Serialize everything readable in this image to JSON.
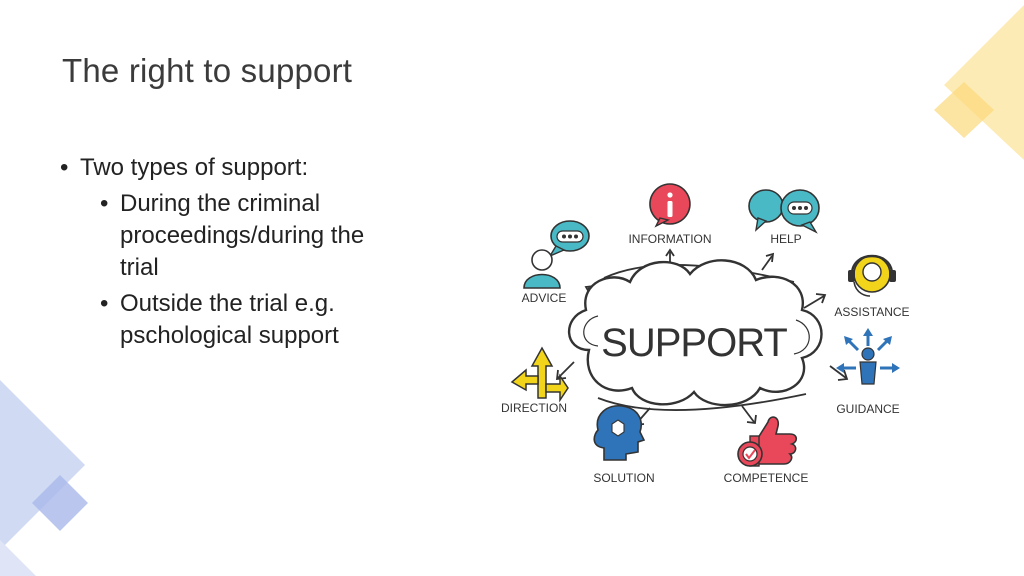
{
  "slide": {
    "title": "The right to support",
    "bullets": [
      {
        "text": "Two types of support:",
        "sub": [
          "During the criminal proceedings/during the trial",
          "Outside the trial e.g. pschological support"
        ]
      }
    ]
  },
  "diagram": {
    "center_label": "SUPPORT",
    "nodes": [
      {
        "label": "INFORMATION",
        "icon": "information-icon"
      },
      {
        "label": "HELP",
        "icon": "speech-bubbles-icon"
      },
      {
        "label": "ADVICE",
        "icon": "advisor-icon"
      },
      {
        "label": "ASSISTANCE",
        "icon": "headset-icon"
      },
      {
        "label": "DIRECTION",
        "icon": "signpost-arrows-icon"
      },
      {
        "label": "GUIDANCE",
        "icon": "person-arrows-icon"
      },
      {
        "label": "SOLUTION",
        "icon": "head-puzzle-icon"
      },
      {
        "label": "COMPETENCE",
        "icon": "thumbs-up-icon"
      }
    ]
  },
  "colors": {
    "accent_yellow": "#fde7a8",
    "accent_blue": "#c9d3f1",
    "red": "#e9485a",
    "teal": "#49b9c6",
    "yellow": "#f2d51a",
    "blue": "#2f73b8",
    "dark": "#333333"
  }
}
